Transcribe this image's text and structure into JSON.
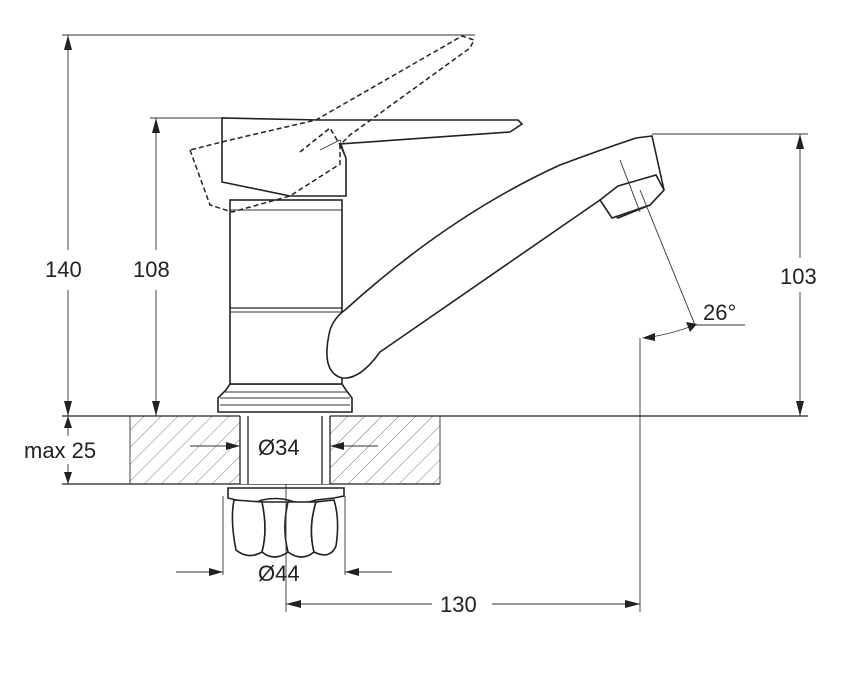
{
  "dimensions": {
    "total_height": "140",
    "body_height": "108",
    "spout_height": "103",
    "mount_thickness": "max 25",
    "hole_diameter": "Ø34",
    "nut_diameter": "Ø44",
    "spout_reach": "130",
    "spout_angle": "26°"
  }
}
